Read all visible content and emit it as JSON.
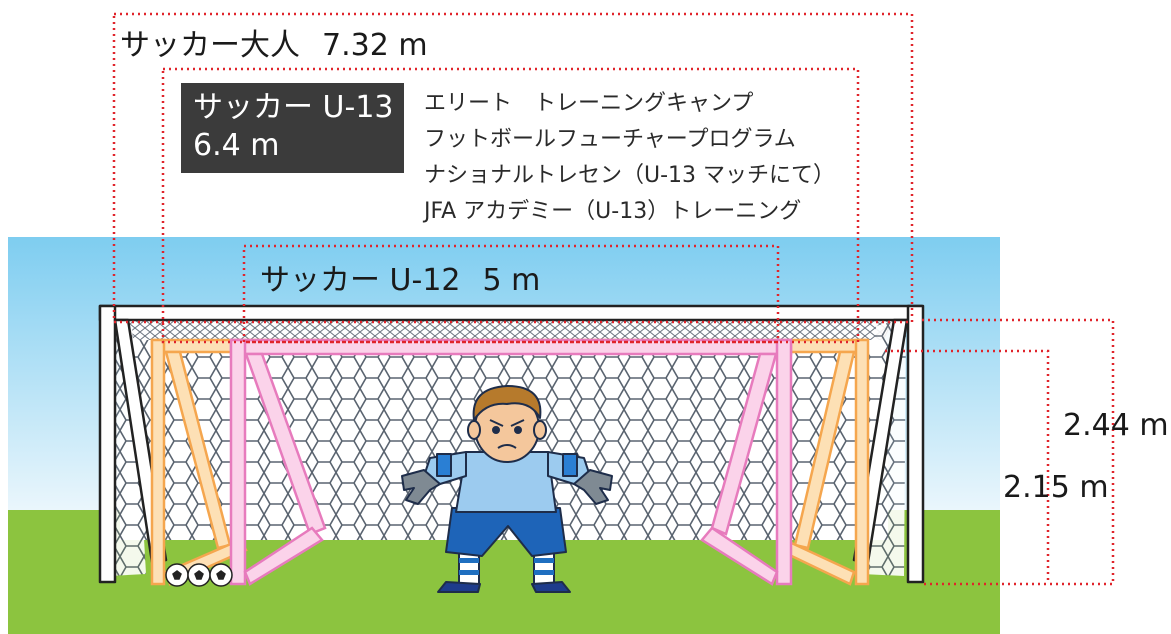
{
  "labels": {
    "adult_name": "サッカー大人",
    "adult_width": "7.32 m",
    "u13_name": "サッカー U-13",
    "u13_width": "6.4 m",
    "u12_name": "サッカー U-12",
    "u12_width": "5 m",
    "adult_height": "2.44 m",
    "u12_height": "2.15 m"
  },
  "programs": [
    "エリート　トレーニングキャンプ",
    "フットボールフューチャープログラム",
    "ナショナルトレセン（U-13 マッチにて）",
    "JFA アカデミー（U-13）トレーニング"
  ],
  "colors": {
    "sky_top": "#7ecdf0",
    "sky_bottom": "#eaf6fc",
    "grass": "#8cc43f",
    "adult_goal": "#ffffff",
    "u13_goal": "#f9c98a",
    "u12_goal": "#f7a9d6",
    "dotted_line": "#e0242b",
    "net": "#5a6470",
    "label_box": "#3b3b3b"
  }
}
